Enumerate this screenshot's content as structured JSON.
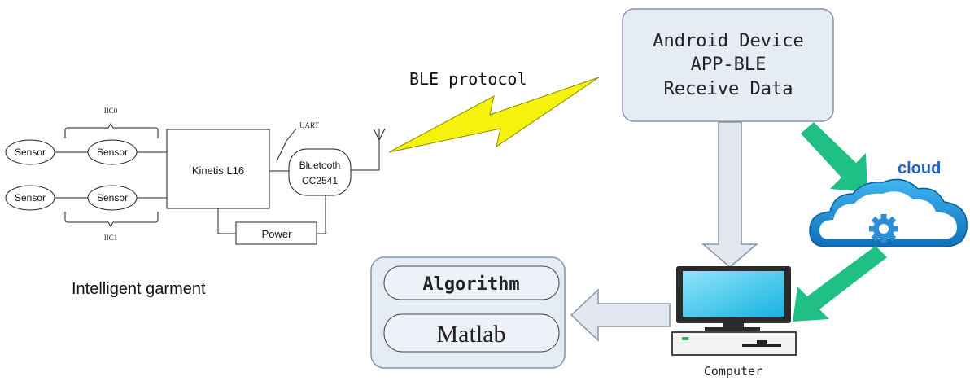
{
  "garment": {
    "sensors": [
      "Sensor",
      "Sensor",
      "Sensor",
      "Sensor"
    ],
    "bus_top": "IIC0",
    "bus_bottom": "IIC1",
    "mcu": "Kinetis L16",
    "uart": "UART",
    "bluetooth_line1": "Bluetooth",
    "bluetooth_line2": "CC2541",
    "power": "Power",
    "caption": "Intelligent garment"
  },
  "link": {
    "label": "BLE protocol"
  },
  "android": {
    "line1": "Android Device",
    "line2": "APP-BLE",
    "line3": "Receive Data"
  },
  "cloud": {
    "label": "cloud"
  },
  "computer": {
    "label": "Computer"
  },
  "processing": {
    "algorithm": "Algorithm",
    "tool": "Matlab"
  },
  "colors": {
    "box_fill": "#e6ecf5",
    "box_stroke": "#8a94a6",
    "green_arrow": "#1fbf85",
    "lightning": "#f5f20d",
    "cloud_blue": "#1a8fd6",
    "cloud_text": "#1f5fc8",
    "screen": "#29c5ee"
  }
}
